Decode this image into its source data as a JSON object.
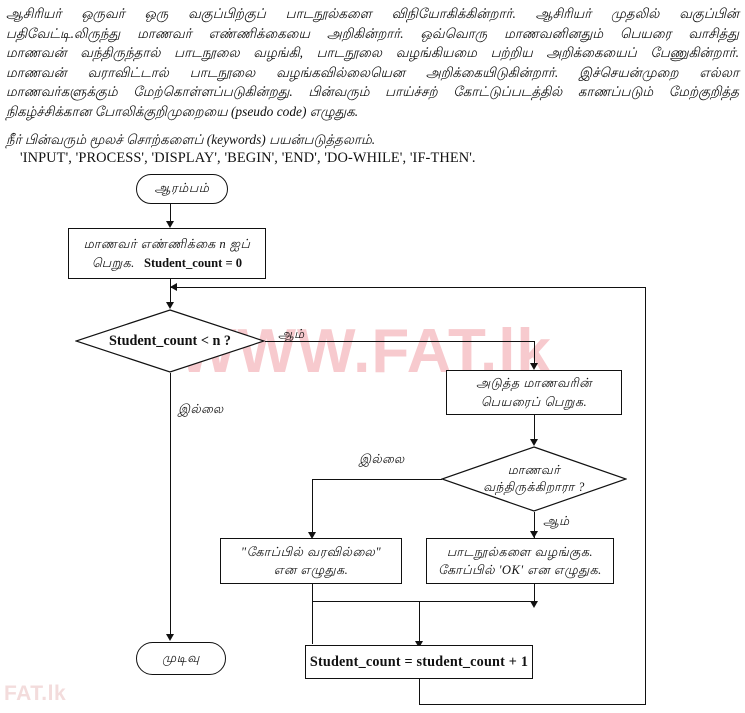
{
  "question": {
    "paragraph_lines": [
      "ஆசிரியர் ஒருவர் ஒரு வகுப்பிற்குப் பாடநூல்களை விநியோகிக்கின்றார். ஆசிரியர் முதலில் வகுப்பின்",
      "பதிவேட்டி.லிருந்து மாணவர் எண்ணிக்கையை அறிகின்றார். ஒவ்வொரு மாணவனினதும் பெயரை வாசித்து",
      "மாணவன் வந்திருந்தால் பாடநூலை வழங்கி, பாடநூலை வழங்கியமை பற்றிய அறிக்கையைப் பேணுகின்றார்.",
      "மாணவன் வராவிட்டால் பாடநூலை வழங்கவில்லையென அறிக்கையிடுகின்றார். இச்செயன்முறை எல்லா",
      "மாணவர்களுக்கும் மேற்கொள்ளப்படுகின்றது. பின்வரும் பாய்ச்சற் கோட்டுப்படத்தில் காணப்படும் மேற்குறித்த",
      "நிகழ்ச்சிக்கான போலிக்குறிமுறையை (pseudo code) எழுதுக."
    ],
    "keywords_note": "நீர் பின்வரும் மூலச் சொற்களைப் (keywords) பயன்படுத்தலாம்.",
    "keywords_list": "'INPUT', 'PROCESS', 'DISPLAY', 'BEGIN', 'END', 'DO-WHILE',  'IF-THEN'."
  },
  "flowchart": {
    "start": {
      "label": "ஆரம்பம்"
    },
    "input_box": {
      "line1": "மாணவர் எண்ணிக்கை n ஐப்",
      "line2_tamil": "பெறுக.",
      "line2_code": "Student_count = 0"
    },
    "decision1": {
      "label": "Student_count < n ?"
    },
    "decision1_yes": "ஆம்",
    "decision1_no": "இல்லை",
    "get_name_box": {
      "line1": "அடுத்த மாணவரின்",
      "line2": "பெயரைப் பெறுக."
    },
    "decision2": {
      "line1": "மாணவர்",
      "line2": "வந்திருக்கிறாரா  ?"
    },
    "decision2_yes": "ஆம்",
    "decision2_no": "இல்லை",
    "absent_box": {
      "line1": "\"கோப்பில் வரவில்லை\"",
      "line2": "என எழுதுக."
    },
    "issue_box": {
      "line1": "பாடநூல்களை வழங்குக.",
      "line2": "கோப்பில் 'OK' என எழுதுக."
    },
    "increment_box": {
      "label": "Student_count = student_count + 1"
    },
    "end": {
      "label": "முடிவு"
    }
  },
  "watermarks": {
    "main": "WWW.FAT.lk",
    "corner": "FAT.lk"
  },
  "colors": {
    "ink": "#111111",
    "watermark": "#f7cace",
    "page": "#ffffff"
  }
}
